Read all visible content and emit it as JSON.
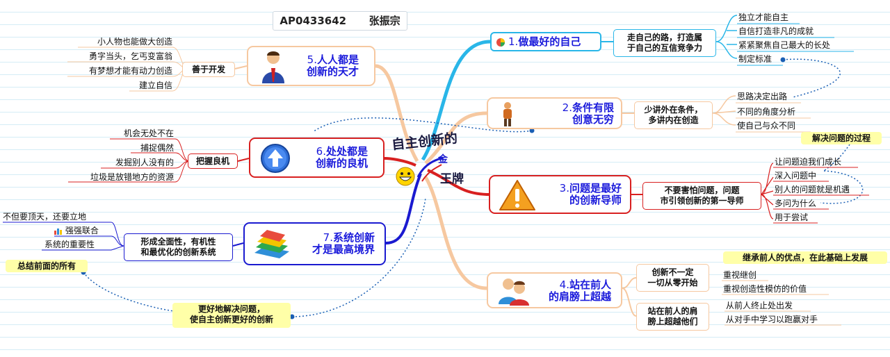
{
  "title": {
    "code": "AP0433642",
    "author": "张振宗"
  },
  "center": {
    "line1": "自主创新的",
    "line2": "金",
    "line3": "王牌"
  },
  "branches": {
    "b1": {
      "num": "1.",
      "title": "做最好的自己",
      "sub": [
        "走自己的路，打造属",
        "于自己的互信竞争力"
      ],
      "leaves": [
        "独立才能自主",
        "自信打造非凡的成就",
        "紧紧聚焦自己最大的长处",
        "制定标准"
      ]
    },
    "b2": {
      "num": "2.",
      "title1": "条件有限",
      "title2": "创意无穷",
      "sub": [
        "少讲外在条件，",
        "多讲内在创造"
      ],
      "leaves": [
        "思路决定出路",
        "不同的角度分析",
        "使自己与众不同"
      ]
    },
    "b3": {
      "num": "3.",
      "title1": "问题是最好",
      "title2": "的创新导师",
      "sub": [
        "不要害怕问题，问题",
        "市引领创新的第一导师"
      ],
      "leaves": [
        "让问题迫我们成长",
        "深入问题中",
        "别人的问题就是机遇",
        "多问为什么",
        "用于尝试"
      ]
    },
    "b4": {
      "num": "4.",
      "title1": "站在前人",
      "title2": "的肩膀上超越",
      "sub1": [
        "创新不一定",
        "一切从零开始"
      ],
      "leaves1": [
        "重视继创",
        "重视创造性模仿的价值"
      ],
      "sub2": [
        "站在前人的肩",
        "膀上超越他们"
      ],
      "leaves2": [
        "从前人终止处出发",
        "从对手中学习以跑赢对手"
      ]
    },
    "b5": {
      "num": "5.",
      "title1": "人人都是",
      "title2": "创新的天才",
      "sub": "善于开发",
      "leaves": [
        "小人物也能做大创造",
        "勇字当头，乞丐变富翁",
        "有梦想才能有动力创造",
        "建立自信"
      ]
    },
    "b6": {
      "num": "6.",
      "title1": "处处都是",
      "title2": "创新的良机",
      "sub": "把握良机",
      "leaves": [
        "机会无处不在",
        "捕捉偶然",
        "发掘别人没有的",
        "垃圾是放错地方的资源"
      ]
    },
    "b7": {
      "num": "7.",
      "title1": "系统创新",
      "title2": "才是最高境界",
      "sub": [
        "形成全面性，有机性",
        "和最优化的创新系统"
      ],
      "leaves": [
        "不但要顶天，还要立地",
        "强强联合",
        "系统的重要性"
      ]
    }
  },
  "callouts": {
    "process": "解决问题的过程",
    "inherit": "继承前人的优点，在此基础上发展",
    "summary": "总结前面的所有",
    "better": [
      "更好地解决问题，",
      "使自主创新更好的创新"
    ]
  },
  "colors": {
    "b1": "#29b6e8",
    "b2": "#f6c8a0",
    "b3": "#d82020",
    "b4": "#f6c8a0",
    "b5": "#f6c8a0",
    "b6": "#d82020",
    "b7": "#1a1ad0",
    "accent": "#1a1adb"
  }
}
